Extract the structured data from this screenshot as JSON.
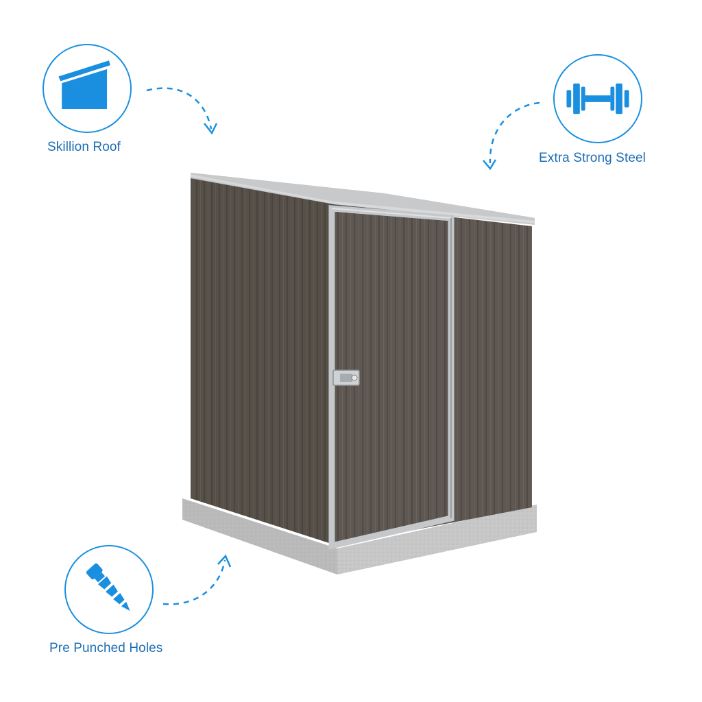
{
  "features": {
    "roof": {
      "label": "Skillion Roof",
      "icon": "skillion-roof-icon"
    },
    "steel": {
      "label": "Extra Strong Steel",
      "icon": "dumbbell-icon"
    },
    "holes": {
      "label": "Pre Punched Holes",
      "icon": "screw-icon"
    }
  },
  "colors": {
    "accent": "#1a8fe0",
    "label_text": "#1d6fb5",
    "shed_panel": "#56504b",
    "trim": "#bfc2c4",
    "concrete": "#bdbdbd"
  }
}
